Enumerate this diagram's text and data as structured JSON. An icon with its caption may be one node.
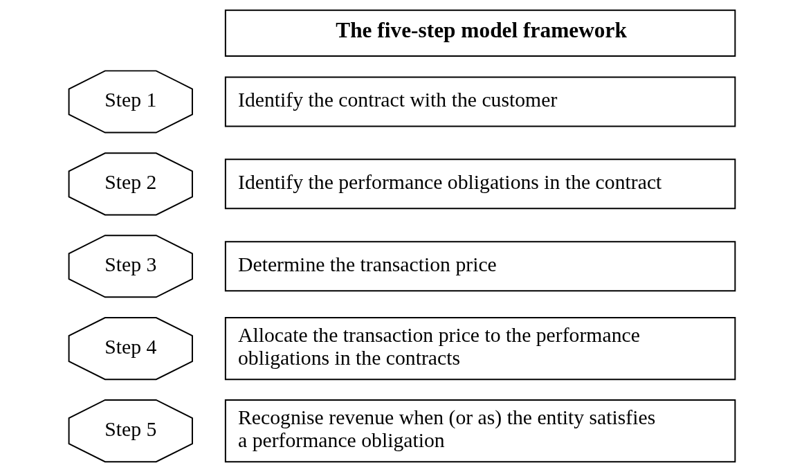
{
  "diagram": {
    "nodes": [
      {
        "text": [
          "The five-step model framework"
        ]
      },
      {
        "text": [
          "Step 1"
        ]
      },
      {
        "text": [
          "Identify the contract with the customer"
        ]
      },
      {
        "text": [
          "Step 2"
        ]
      },
      {
        "text": [
          "Identify the performance obligations in the contract"
        ]
      },
      {
        "text": [
          "Step 3"
        ]
      },
      {
        "text": [
          "Determine the transaction price"
        ]
      },
      {
        "text": [
          "Step 4"
        ]
      },
      {
        "text": [
          "Allocate the transaction price to the performance obligations in the contracts"
        ]
      },
      {
        "text": [
          "Step 5"
        ]
      },
      {
        "text": [
          "Recognise revenue when (or as) the entity satisfies a performance obligation"
        ]
      }
    ]
  }
}
